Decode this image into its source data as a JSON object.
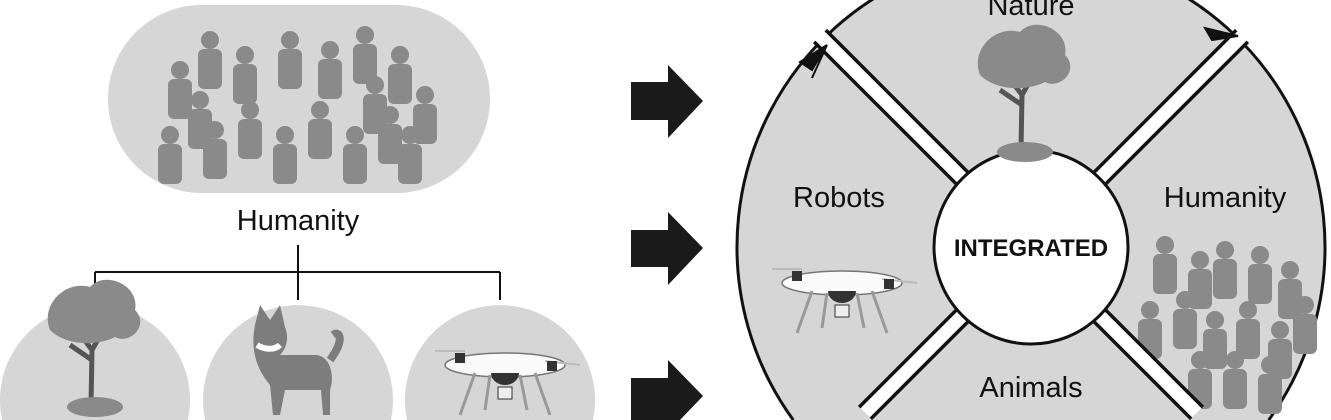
{
  "left": {
    "top_label": "Humanity",
    "children": [
      "Nature",
      "Animals",
      "Robots"
    ]
  },
  "wheel": {
    "center_label": "INTEGRATED",
    "quadrants": {
      "top": "Nature",
      "left": "Robots",
      "right": "Humanity",
      "bottom": "Animals"
    }
  },
  "colors": {
    "fill": "#d6d6d6",
    "stroke": "#111111",
    "figure": "#777777"
  }
}
